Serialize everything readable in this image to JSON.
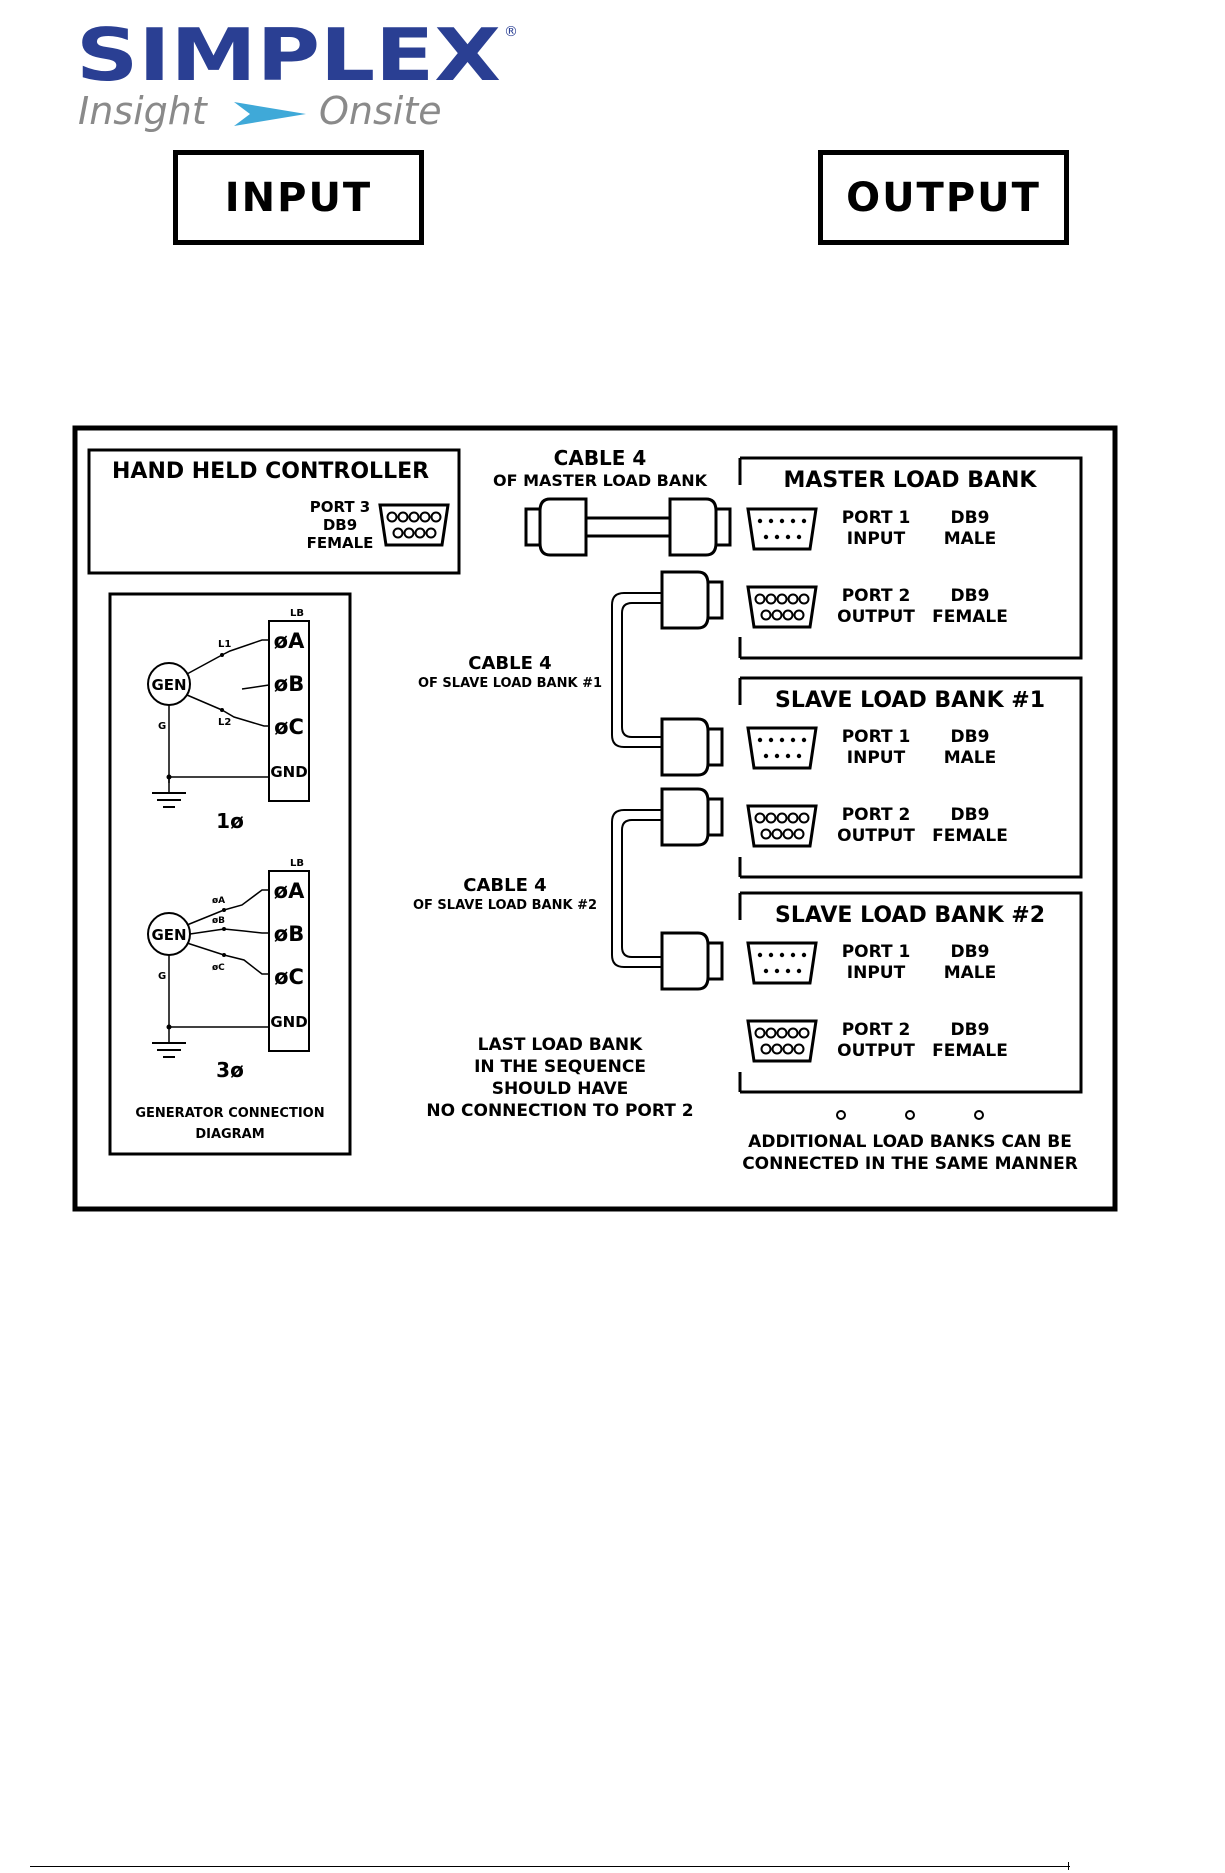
{
  "logo": {
    "brand": "SIMPLEX",
    "registered": "®",
    "tagline_left": "Insight",
    "tagline_right": "Onsite",
    "brand_color": "#2a3f93",
    "accent_color": "#3fa9d8"
  },
  "labels": {
    "input": "INPUT",
    "output": "OUTPUT"
  },
  "diagram": {
    "controller": {
      "title": "HAND HELD CONTROLLER",
      "port_line1": "PORT 3",
      "port_line2": "DB9",
      "port_line3": "FEMALE"
    },
    "cable_master": {
      "line1": "CABLE 4",
      "line2": "OF MASTER LOAD BANK"
    },
    "cable_slave1": {
      "line1": "CABLE 4",
      "line2": "OF SLAVE LOAD BANK #1"
    },
    "cable_slave2": {
      "line1": "CABLE 4",
      "line2": "OF SLAVE LOAD BANK #2"
    },
    "banks": [
      {
        "title": "MASTER LOAD BANK",
        "port1": {
          "name": "PORT 1",
          "role": "INPUT",
          "type": "DB9",
          "gender": "MALE"
        },
        "port2": {
          "name": "PORT 2",
          "role": "OUTPUT",
          "type": "DB9",
          "gender": "FEMALE"
        }
      },
      {
        "title": "SLAVE LOAD BANK #1",
        "port1": {
          "name": "PORT 1",
          "role": "INPUT",
          "type": "DB9",
          "gender": "MALE"
        },
        "port2": {
          "name": "PORT 2",
          "role": "OUTPUT",
          "type": "DB9",
          "gender": "FEMALE"
        }
      },
      {
        "title": "SLAVE LOAD BANK #2",
        "port1": {
          "name": "PORT 1",
          "role": "INPUT",
          "type": "DB9",
          "gender": "MALE"
        },
        "port2": {
          "name": "PORT 2",
          "role": "OUTPUT",
          "type": "DB9",
          "gender": "FEMALE"
        }
      }
    ],
    "last_note": [
      "LAST LOAD BANK",
      "IN THE SEQUENCE",
      "SHOULD HAVE",
      "NO CONNECTION TO PORT 2"
    ],
    "additional_note": [
      "ADDITIONAL LOAD BANKS CAN BE",
      "CONNECTED IN THE SAME MANNER"
    ],
    "generator": {
      "lb_label": "LB",
      "gen_label": "GEN",
      "ground_label": "G",
      "phase_a": "øA",
      "phase_b": "øB",
      "phase_c": "øC",
      "gnd": "GND",
      "single_phase": {
        "l1": "L1",
        "l2": "L2",
        "caption": "1ø"
      },
      "three_phase": {
        "wa": "øA",
        "wb": "øB",
        "wc": "øC",
        "caption": "3ø"
      },
      "caption_line1": "GENERATOR CONNECTION",
      "caption_line2": "DIAGRAM"
    }
  }
}
